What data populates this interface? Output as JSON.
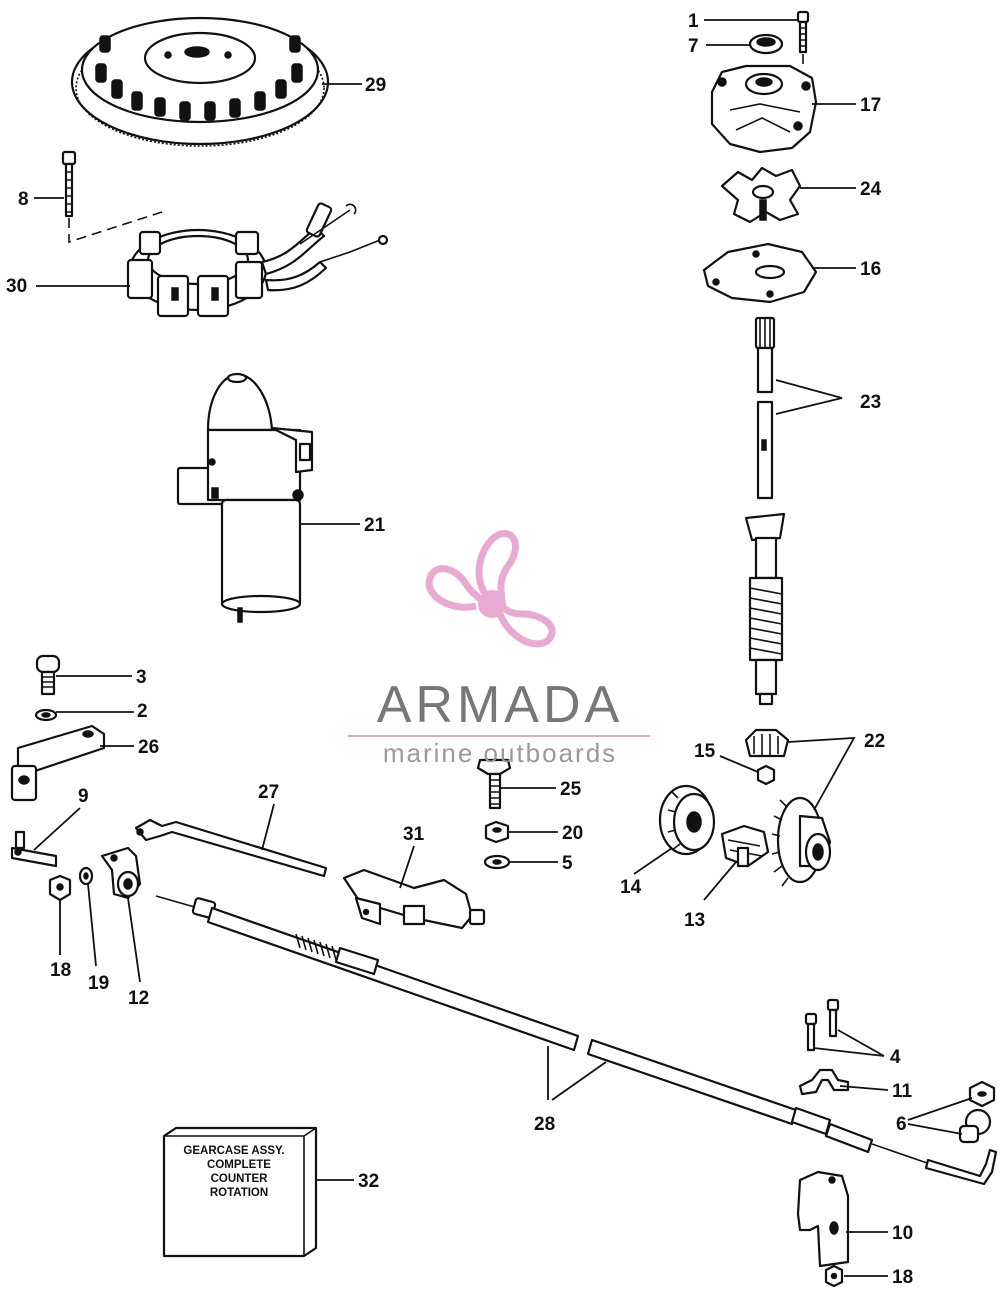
{
  "callouts": {
    "c1": "1",
    "c2": "2",
    "c3": "3",
    "c4": "4",
    "c5": "5",
    "c6": "6",
    "c7": "7",
    "c8": "8",
    "c9": "9",
    "c10": "10",
    "c11": "11",
    "c12": "12",
    "c13": "13",
    "c14": "14",
    "c15": "15",
    "c16": "16",
    "c17": "17",
    "c18a": "18",
    "c18b": "18",
    "c19": "19",
    "c20": "20",
    "c21": "21",
    "c22": "22",
    "c23": "23",
    "c24": "24",
    "c25": "25",
    "c26": "26",
    "c27": "27",
    "c28": "28",
    "c29": "29",
    "c30": "30",
    "c31": "31",
    "c32": "32"
  },
  "gearcase_box": {
    "line1": "GEARCASE ASSY.",
    "line2": "COMPLETE",
    "line3": "COUNTER",
    "line4": "ROTATION"
  },
  "watermark": {
    "brand": "ARMADA",
    "tagline": "marine outboards",
    "logo_icon": "propeller-icon",
    "logo_color": "#e8a6cf",
    "text_color": "#777777"
  }
}
